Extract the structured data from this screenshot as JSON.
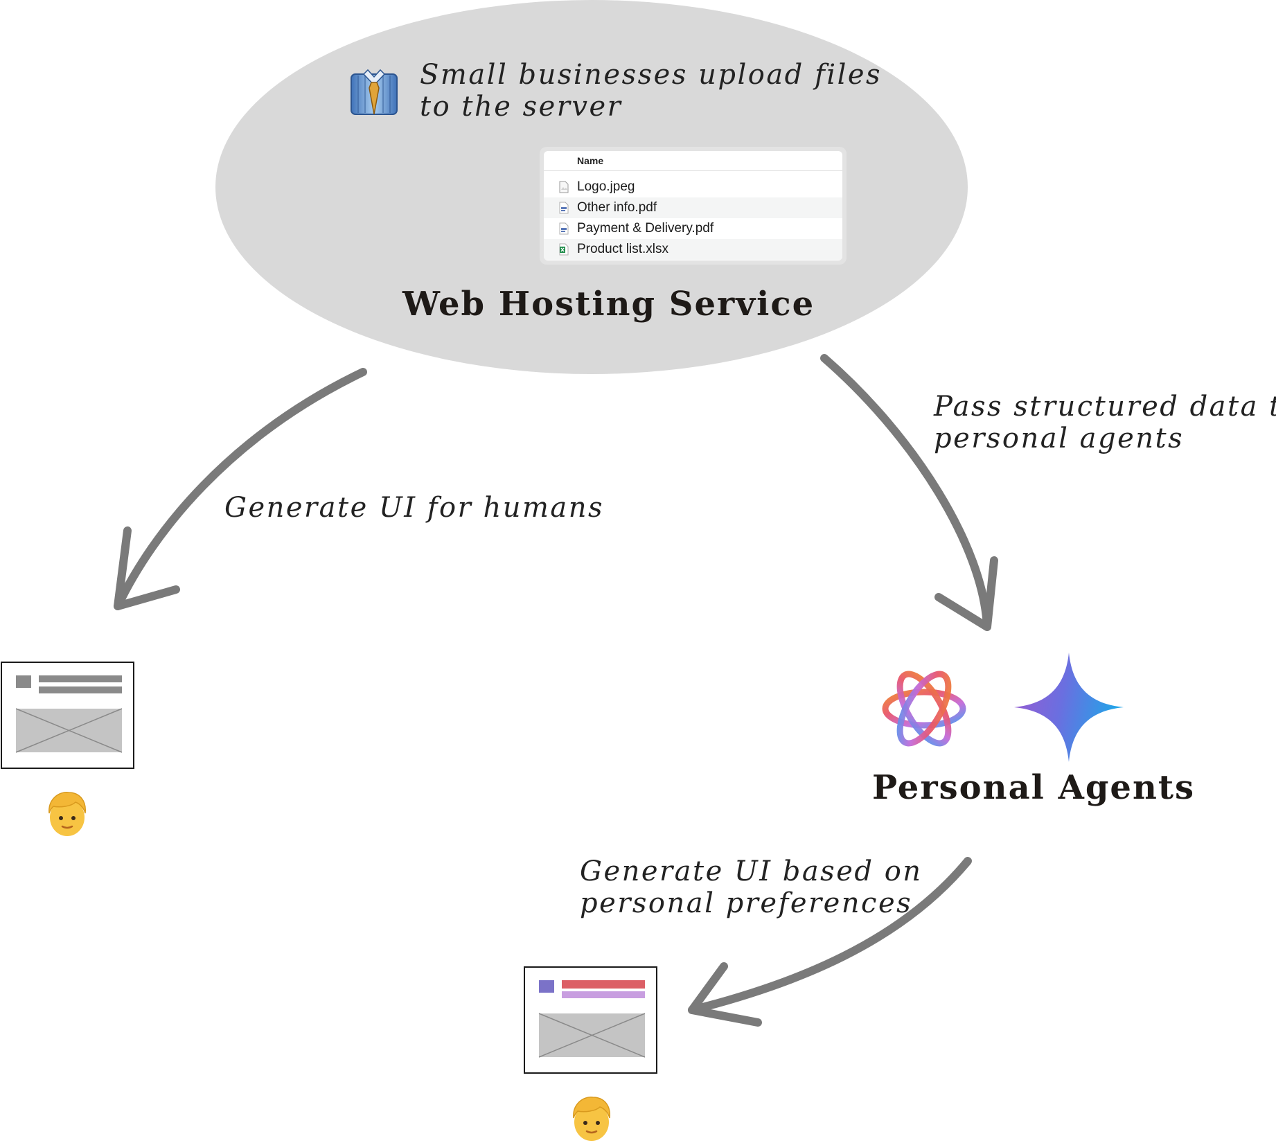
{
  "web_hosting": {
    "title": "Web Hosting Service",
    "upload_note_line1": "Small businesses upload files",
    "upload_note_line2": "to the server",
    "file_browser": {
      "column_header": "Name",
      "files": [
        {
          "name": "Logo.jpeg",
          "icon": "image-file-icon"
        },
        {
          "name": "Other info.pdf",
          "icon": "pdf-file-icon"
        },
        {
          "name": "Payment & Delivery.pdf",
          "icon": "pdf-file-icon"
        },
        {
          "name": "Product list.xlsx",
          "icon": "excel-file-icon"
        }
      ]
    }
  },
  "flows": {
    "to_humans": "Generate UI for humans",
    "to_agents_line1": "Pass structured data to",
    "to_agents_line2": "personal agents",
    "personalized_line1": "Generate UI based on",
    "personalized_line2": "personal preferences"
  },
  "agents": {
    "title": "Personal Agents",
    "icons": [
      "apple-intelligence-icon",
      "gemini-sparkle-icon"
    ]
  },
  "colors": {
    "cloud": "#d9d9d9",
    "arrow": "#7a7a7a",
    "wire_gray": "#8a8a8a",
    "wire_image": "#c4c4c4",
    "personal_square": "#7b72c8",
    "personal_bar1": "#dc5f66",
    "personal_bar2": "#c89ee0"
  }
}
